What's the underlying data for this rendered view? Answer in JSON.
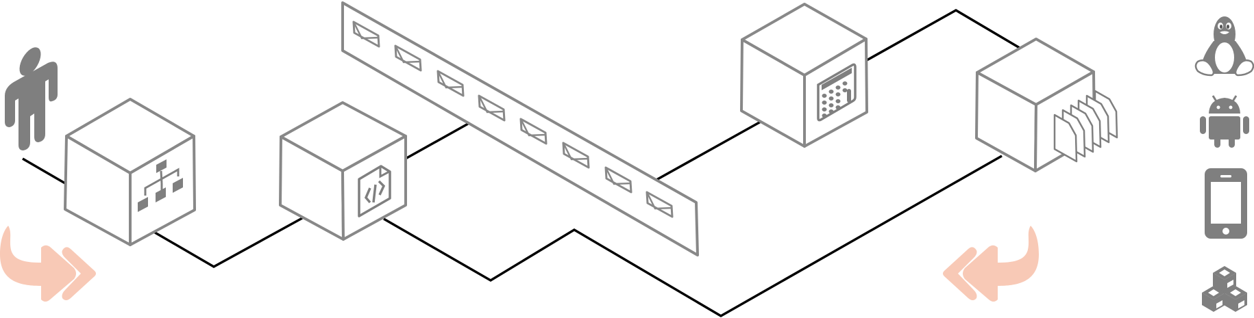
{
  "diagram": {
    "colors": {
      "line": "#000000",
      "outline": "#888888",
      "icon": "#7f7f7f",
      "accent": "#f8c9b6",
      "background": "#ffffff"
    },
    "nodes": [
      {
        "id": "user",
        "icon": "user-icon"
      },
      {
        "id": "cube-sitemap",
        "icon": "sitemap-icon"
      },
      {
        "id": "cube-code",
        "icon": "code-file-icon"
      },
      {
        "id": "message-queue",
        "icon": "envelope-icon",
        "count": 8
      },
      {
        "id": "cube-calculator",
        "icon": "calculator-icon"
      },
      {
        "id": "cube-documents",
        "icon": "document-stack-icon"
      }
    ],
    "platforms": [
      {
        "id": "linux",
        "icon": "linux-tux-icon"
      },
      {
        "id": "android",
        "icon": "android-icon"
      },
      {
        "id": "mobile",
        "icon": "smartphone-icon"
      },
      {
        "id": "packages",
        "icon": "boxes-icon"
      }
    ],
    "flow_arrows": [
      {
        "id": "inbound",
        "icon": "curved-arrow-right-icon"
      },
      {
        "id": "outbound",
        "icon": "curved-arrow-left-icon"
      }
    ]
  }
}
